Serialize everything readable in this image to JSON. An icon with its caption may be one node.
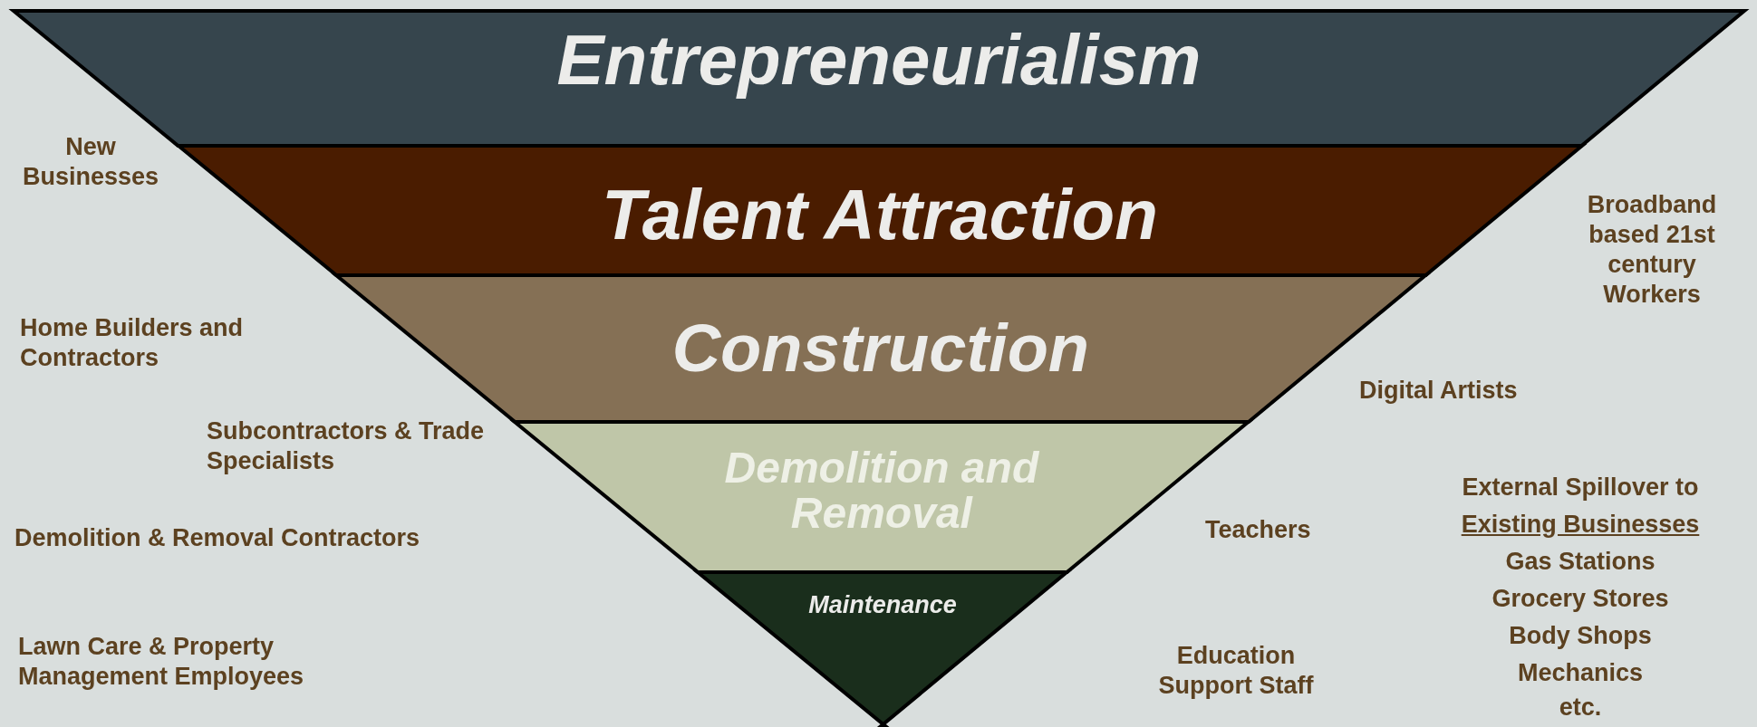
{
  "diagram": {
    "nodes": [
      {
        "text": [
          "Entrepreneurialism"
        ]
      },
      {
        "text": [
          "Talent Attraction"
        ]
      },
      {
        "text": [
          "Construction"
        ]
      },
      {
        "text": [
          "Demolition and Removal"
        ]
      },
      {
        "text": [
          "Maintenance"
        ]
      }
    ],
    "labels": [
      "New Businesses",
      "Broadband based 21st century Workers",
      "Home Builders and Contractors",
      "Digital Artists",
      "Subcontractors & Trade Specialists",
      "External Spillover to",
      "Existing Businesses",
      "Gas Stations",
      "Grocery Stores",
      "Body Shops",
      "Mechanics",
      "etc.",
      "Demolition & Removal Contractors",
      "Teachers",
      "Lawn Care & Property Management Employees",
      "Education Support Staff"
    ]
  }
}
